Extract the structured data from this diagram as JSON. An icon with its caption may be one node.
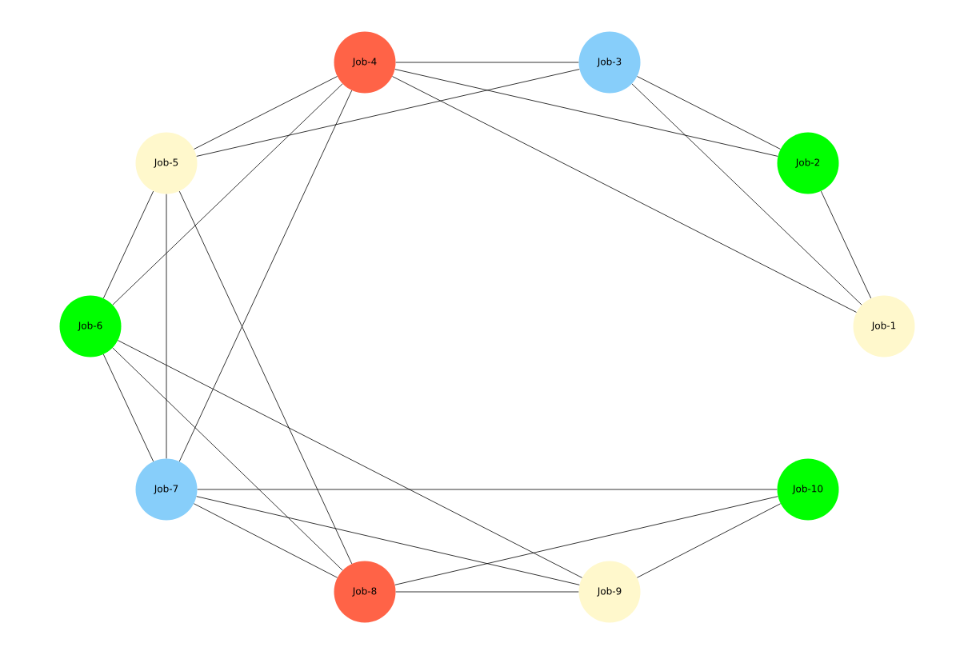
{
  "diagram": {
    "nodes": [
      {
        "text": [
          "Job-1"
        ]
      },
      {
        "text": [
          "Job-2"
        ]
      },
      {
        "text": [
          "Job-3"
        ]
      },
      {
        "text": [
          "Job-4"
        ]
      },
      {
        "text": [
          "Job-5"
        ]
      },
      {
        "text": [
          "Job-6"
        ]
      },
      {
        "text": [
          "Job-7"
        ]
      },
      {
        "text": [
          "Job-8"
        ]
      },
      {
        "text": [
          "Job-9"
        ]
      },
      {
        "text": [
          "Job-10"
        ]
      }
    ],
    "edges": [
      {
        "from": 3,
        "to": 2,
        "arrow": "none"
      },
      {
        "from": 3,
        "to": 4,
        "arrow": "none"
      },
      {
        "from": 3,
        "to": 1,
        "arrow": "none"
      },
      {
        "from": 3,
        "to": 0,
        "arrow": "none"
      },
      {
        "from": 3,
        "to": 5,
        "arrow": "none"
      },
      {
        "from": 3,
        "to": 6,
        "arrow": "none"
      },
      {
        "from": 2,
        "to": 4,
        "arrow": "none"
      },
      {
        "from": 2,
        "to": 1,
        "arrow": "none"
      },
      {
        "from": 2,
        "to": 0,
        "arrow": "none"
      },
      {
        "from": 1,
        "to": 0,
        "arrow": "none"
      },
      {
        "from": 4,
        "to": 5,
        "arrow": "none"
      },
      {
        "from": 4,
        "to": 6,
        "arrow": "none"
      },
      {
        "from": 4,
        "to": 7,
        "arrow": "none"
      },
      {
        "from": 5,
        "to": 6,
        "arrow": "none"
      },
      {
        "from": 5,
        "to": 7,
        "arrow": "none"
      },
      {
        "from": 5,
        "to": 8,
        "arrow": "none"
      },
      {
        "from": 6,
        "to": 9,
        "arrow": "none"
      },
      {
        "from": 6,
        "to": 7,
        "arrow": "none"
      },
      {
        "from": 6,
        "to": 8,
        "arrow": "none"
      },
      {
        "from": 7,
        "to": 8,
        "arrow": "none"
      },
      {
        "from": 7,
        "to": 9,
        "arrow": "none"
      },
      {
        "from": 8,
        "to": 9,
        "arrow": "none"
      }
    ]
  }
}
